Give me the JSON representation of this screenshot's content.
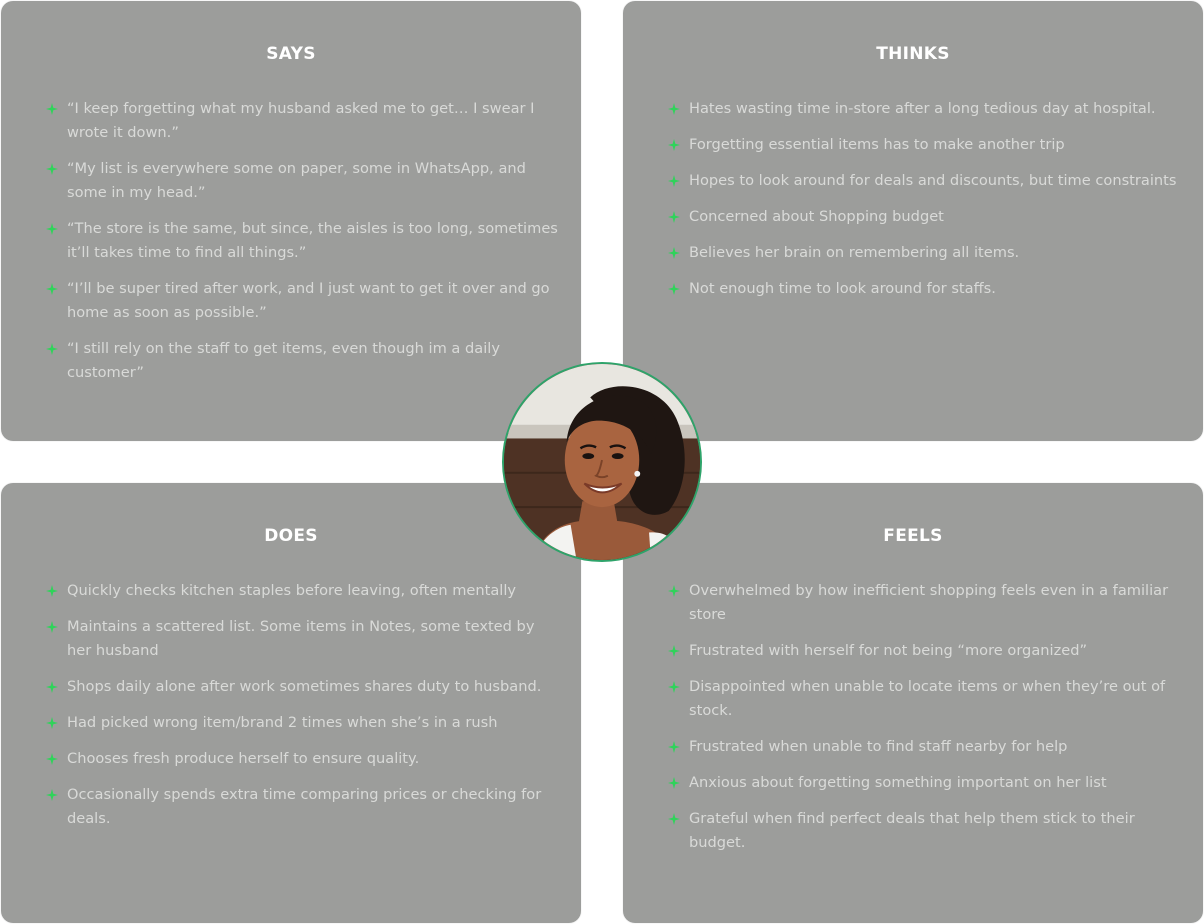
{
  "quadrants": {
    "says": {
      "title": "SAYS",
      "items": [
        "“I keep forgetting what my husband asked me to get… I swear I wrote it down.”",
        "“My list is everywhere some on paper, some in WhatsApp, and some in my head.”",
        "“The store is the same, but since, the aisles is too long, sometimes it’ll takes time to find all things.”",
        "“I’ll be super tired after work, and I just want to get it over and go home as soon as possible.”",
        "“I still rely on the staff to get items, even though im a daily customer”"
      ]
    },
    "thinks": {
      "title": "THINKS",
      "items": [
        "Hates wasting time in-store after a long tedious day at hospital.",
        "Forgetting essential items has to make another trip",
        "Hopes to look around for deals and discounts, but time constraints",
        "Concerned about Shopping budget",
        "Believes her brain on remembering all items.",
        "Not enough time to look around for staffs."
      ]
    },
    "does": {
      "title": "DOES",
      "items": [
        "Quickly checks kitchen staples before leaving, often mentally",
        "Maintains a scattered list. Some items in Notes, some texted by her husband",
        "Shops daily alone after work sometimes shares duty to husband.",
        "Had picked wrong item/brand 2 times when she’s in a rush",
        "Chooses fresh produce herself to ensure quality.",
        "Occasionally spends extra time comparing prices or checking for deals."
      ]
    },
    "feels": {
      "title": "FEELS",
      "items": [
        "Overwhelmed by how inefficient shopping feels even in a familiar store",
        "Frustrated with herself for not being “more organized”",
        "Disappointed when unable to locate items or when they’re out of stock.",
        "Frustrated when unable to find staff nearby for help",
        "Anxious about forgetting something important on her list",
        "Grateful when find perfect deals that help them stick to their budget."
      ]
    }
  },
  "colors": {
    "panel": "#9c9d9b",
    "title": "#ffffff",
    "text": "#d9dad8",
    "bullet": "#2fd35a",
    "avatar_ring": "#2ea36a"
  },
  "icons": {
    "bullet": "sparkle-icon",
    "avatar": "persona-photo"
  }
}
